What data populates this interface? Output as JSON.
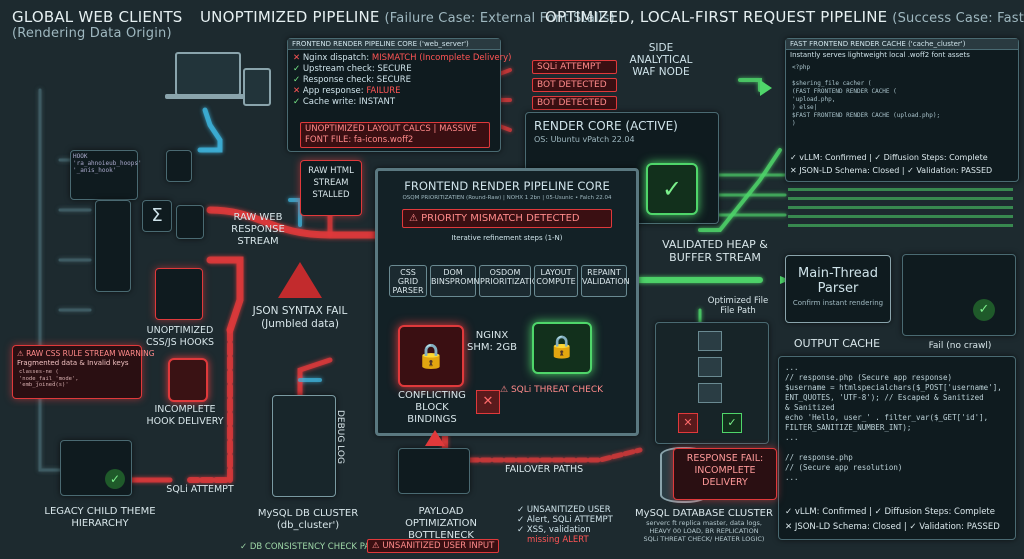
{
  "headers": {
    "clients_title": "GLOBAL WEB CLIENTS",
    "clients_sub": "(Rendering Data Origin)",
    "unopt_title": "UNOPTIMIZED PIPELINE",
    "unopt_sub": "(Failure Case: External Font Stalls)",
    "opt_title": "OPTIMIZED, LOCAL-FIRST REQUEST PIPELINE",
    "opt_sub": "(Success Case: Fast Fonts)"
  },
  "web_server": {
    "title": "FRONTEND RENDER PIPELINE CORE ('web_server')",
    "lines": [
      {
        "mark": "✕",
        "text": "Nginx dispatch: ",
        "val": "MISMATCH (Incomplete Delivery)",
        "bad": true
      },
      {
        "mark": "✓",
        "text": "Upstream check: SECURE",
        "val": "",
        "bad": false
      },
      {
        "mark": "✓",
        "text": "Response check: SECURE",
        "val": "",
        "bad": false
      },
      {
        "mark": "✕",
        "text": "App response: ",
        "val": "FAILURE",
        "bad": true
      },
      {
        "mark": "✓",
        "text": "Cache write: INSTANT",
        "val": "",
        "bad": false
      }
    ],
    "alert": "UNOPTIMIZED LAYOUT CALCS | MASSIVE FONT FILE: fa-icons.woff2"
  },
  "raw_html": "RAW HTML STREAM STALLED",
  "raw_web": "RAW WEB RESPONSE STREAM",
  "waf": {
    "title": "SIDE ANALYTICAL WAF NODE",
    "alerts": [
      "SQLi ATTEMPT",
      "BOT DETECTED",
      "BOT DETECTED"
    ],
    "core_title": "RENDER CORE (ACTIVE)",
    "core_os": "OS: Ubuntu vPatch 22.04"
  },
  "fast_cache": {
    "title": "FAST FRONTEND RENDER CACHE ('cache_cluster')",
    "sub": "Instantly serves lightweight local .woff2 font assets",
    "code": [
      "<?php",
      "",
      "  $shering_file cacher (",
      "    (FAST FRONTEND RENDER CACHE (",
      "      'upload.php,",
      "    ) else|",
      "      $FAST FRONTEND RENDER CACHE (upload.php);",
      "  )"
    ],
    "status1": "✓ vLLM: Confirmed | ✓ Diffusion Steps: Complete",
    "status2": "✕ JSON-LD Schema: Closed | ✓ Validation: PASSED"
  },
  "core": {
    "title": "FRONTEND RENDER PIPELINE CORE",
    "sub": "OSQM PRIORITIZATIEN (Round-Raw) | NOHX 1 2bn | 05-Usunic • Falch 22.04",
    "priority": "PRIORITY MISMATCH DETECTED",
    "iter": "Iterative refinement steps (1-N)",
    "steps": [
      "CSS GRID PARSER",
      "DOM BINSPROMN",
      "OSDOM PRIORITIZATION",
      "LAYOUT COMPUTE",
      "REPAINT VALIDATION"
    ],
    "nginx": "NGINX SHM: 2GB",
    "conflict": "CONFLICTING BLOCK BINDINGS",
    "sqli": "SQLi THREAT CHECK"
  },
  "validated_heap": "VALIDATED HEAP & BUFFER STREAM",
  "main_parser": {
    "title": "Main-Thread Parser",
    "sub": "Confirm instant rendering"
  },
  "output_cache": "OUTPUT CACHE",
  "fail_crawl": "Fail (no crawl)",
  "opt_file_path": "Optimized File File Path",
  "json_fail": "JSON SYNTAX FAIL (Jumbled data)",
  "unopt_hooks": "UNOPTIMIZED CSS/JS HOOKS",
  "raw_css": {
    "title": "RAW CSS RULE STREAM WARNING",
    "sub": "Fragmented data & Invalid keys"
  },
  "incomplete_hook": "INCOMPLETE HOOK DELIVERY",
  "sqli_attempt": "SQLi ATTEMPT",
  "legacy": "LEGACY CHILD THEME HIERARCHY",
  "mysql_left": {
    "title": "MySQL DB CLUSTER",
    "sub": "(db_cluster')",
    "vertical": "DEBUG LOG"
  },
  "db_check": "✓ DB CONSISTENCY CHECK PASSED",
  "unsanitized_input": "UNSANITIZED USER INPUT",
  "payload": "PAYLOAD OPTIMIZATION BOTTLENECK",
  "failover": "FAILOVER PATHS",
  "unsanitized_list": [
    "✓ UNSANITIZED USER",
    "✓ Alert, SQLi ATTEMPT",
    "✓ XSS, validation",
    "missing ALERT"
  ],
  "mysql_right": {
    "title": "MySQL DATABASE CLUSTER",
    "lines": [
      "serverc ft replica master, data logs,",
      "HEAVY 00 LOAD, BR REPLICATION",
      "SQLi THREAT CHECK/ HEATER LOGIC)"
    ]
  },
  "response_fail": "RESPONSE FAIL: INCOMPLETE DELIVERY",
  "php_code": [
    "...",
    "// response.php (Secure app response)",
    "$username = htmlspecialchars($_POST['username'],",
    "    ENT_QUOTES, 'UTF-8'); // Escaped & Sanitized",
    "    & Sanitized",
    "    echo 'Hello, user_' . filter_var($_GET['id'],",
    "        FILTER_SANITIZE_NUMBER_INT);",
    "...",
    "",
    "// response.php",
    "// (Secure app resolution)",
    "..."
  ],
  "php_status1": "✓ vLLM: Confirmed | ✓ Diffusion Steps: Complete",
  "php_status2": "✕ JSON-LD Schema: Closed | ✓ Validation: PASSED",
  "css_snip": [
    "classes-ne (",
    "  'node_fail_'mode',",
    "  'emb_joined(s)'",
    "}"
  ],
  "client_snip": [
    "HOOK",
    "'ra_ahnoieub_hoops'",
    "'_anis_hook'"
  ],
  "colors": {
    "bg": "#1d2a2f",
    "fail": "#e0393b",
    "ok": "#4fd66a",
    "accent": "#3fb6e0"
  }
}
